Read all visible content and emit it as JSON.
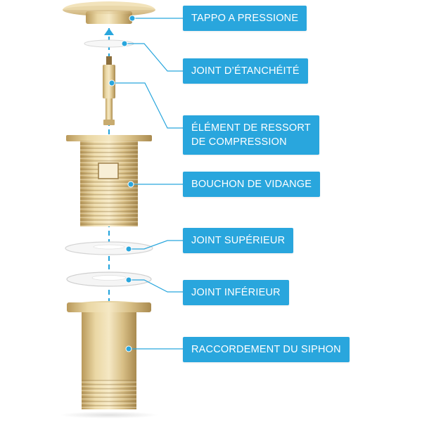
{
  "labels": [
    {
      "id": "tappo",
      "lines": [
        "TAPPO A PRESSIONE"
      ]
    },
    {
      "id": "joint-etancheite",
      "lines": [
        "JOINT D’ÉTANCHÉITÉ"
      ]
    },
    {
      "id": "ressort",
      "lines": [
        "ÉLÉMENT DE RESSORT",
        "DE COMPRESSION"
      ]
    },
    {
      "id": "bouchon",
      "lines": [
        "BOUCHON DE VIDANGE"
      ]
    },
    {
      "id": "joint-superieur",
      "lines": [
        "JOINT SUPÉRIEUR"
      ]
    },
    {
      "id": "joint-inferieur",
      "lines": [
        "JOINT INFÉRIEUR"
      ]
    },
    {
      "id": "raccordement",
      "lines": [
        "RACCORDEMENT DU SIPHON"
      ]
    }
  ],
  "colors": {
    "label_bg": "#29a6dd",
    "label_text": "#ffffff",
    "connector": "#29a6dd",
    "brass_light": "#f3e3b8",
    "brass_mid": "#d8bf86",
    "brass_dark": "#a98a4f",
    "gasket": "#f7f7f7"
  }
}
